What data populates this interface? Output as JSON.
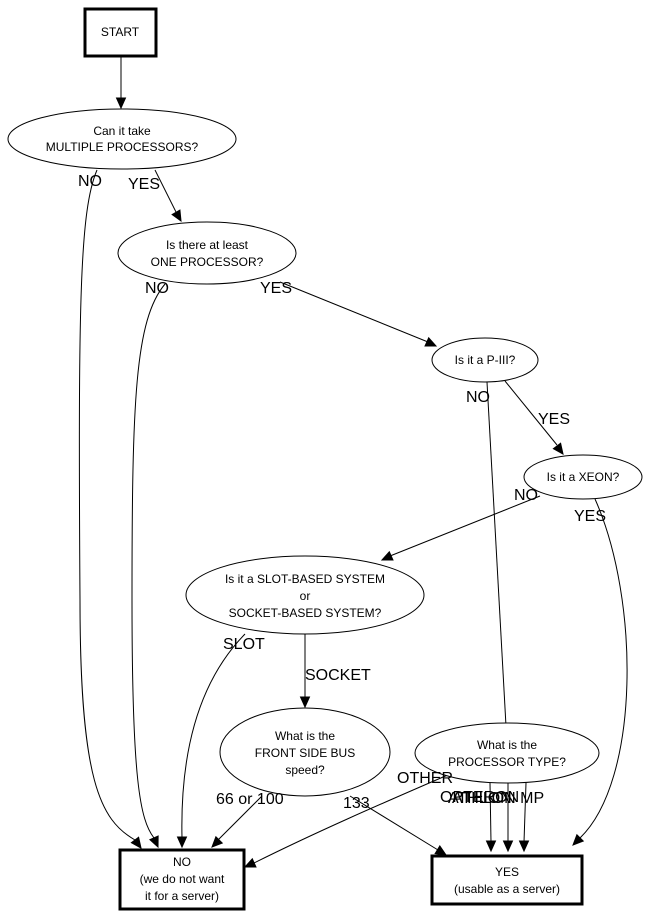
{
  "nodes": {
    "start": {
      "lines": [
        "START"
      ]
    },
    "multi": {
      "lines": [
        "Can it take",
        "MULTIPLE PROCESSORS?"
      ]
    },
    "one": {
      "lines": [
        "Is there at least",
        "ONE PROCESSOR?"
      ]
    },
    "p3": {
      "lines": [
        "Is it a P-III?"
      ]
    },
    "xeon": {
      "lines": [
        "Is it a XEON?"
      ]
    },
    "slot": {
      "lines": [
        "Is it a SLOT-BASED SYSTEM",
        "or",
        "SOCKET-BASED SYSTEM?"
      ]
    },
    "fsb": {
      "lines": [
        "What is the",
        "FRONT SIDE BUS",
        "speed?"
      ]
    },
    "ptype": {
      "lines": [
        "What is the",
        "PROCESSOR TYPE?"
      ]
    },
    "no": {
      "lines": [
        "NO",
        "(we do not want",
        "it for a server)"
      ]
    },
    "yes": {
      "lines": [
        "YES",
        "(usable as a server)"
      ]
    }
  },
  "edges": [
    {
      "from": "start",
      "to": "multi",
      "label": ""
    },
    {
      "from": "multi",
      "to": "no",
      "label": "NO"
    },
    {
      "from": "multi",
      "to": "one",
      "label": "YES"
    },
    {
      "from": "one",
      "to": "no",
      "label": "NO"
    },
    {
      "from": "one",
      "to": "p3",
      "label": "YES"
    },
    {
      "from": "p3",
      "to": "ptype",
      "label": "NO"
    },
    {
      "from": "p3",
      "to": "xeon",
      "label": "YES"
    },
    {
      "from": "xeon",
      "to": "slot",
      "label": "NO"
    },
    {
      "from": "xeon",
      "to": "yes",
      "label": "YES"
    },
    {
      "from": "slot",
      "to": "no",
      "label": "SLOT"
    },
    {
      "from": "slot",
      "to": "fsb",
      "label": "SOCKET"
    },
    {
      "from": "fsb",
      "to": "no",
      "label": "66 or 100"
    },
    {
      "from": "fsb",
      "to": "yes",
      "label": "133"
    },
    {
      "from": "ptype",
      "to": "no",
      "label": "OTHER"
    },
    {
      "from": "ptype",
      "to": "yes",
      "label": "OPTERON"
    },
    {
      "from": "ptype",
      "to": "yes",
      "label": "ATHLON"
    },
    {
      "from": "ptype",
      "to": "yes",
      "label": "ATHLON MP"
    }
  ]
}
